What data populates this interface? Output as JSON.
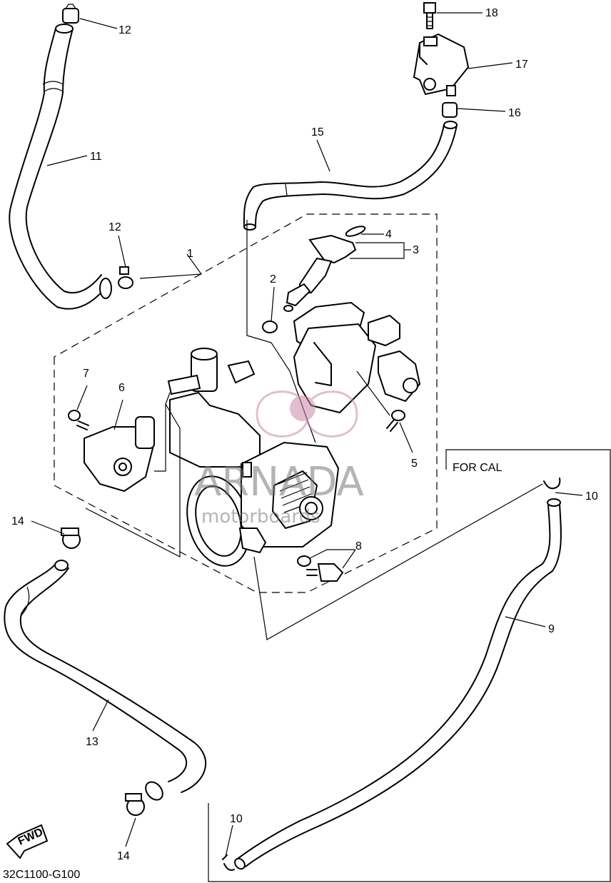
{
  "diagram": {
    "variant_label": "FOR CAL",
    "catalog_code": "32C1100-G100",
    "fwd_label": "FWD",
    "watermark": {
      "brand": "ARNADA",
      "sub": "motorboards"
    },
    "callouts": [
      {
        "id": "c12a",
        "text": "12"
      },
      {
        "id": "c11",
        "text": "11"
      },
      {
        "id": "c12b",
        "text": "12"
      },
      {
        "id": "c1",
        "text": "1"
      },
      {
        "id": "c18",
        "text": "18"
      },
      {
        "id": "c17",
        "text": "17"
      },
      {
        "id": "c16",
        "text": "16"
      },
      {
        "id": "c15",
        "text": "15"
      },
      {
        "id": "c4",
        "text": "4"
      },
      {
        "id": "c3",
        "text": "3"
      },
      {
        "id": "c2",
        "text": "2"
      },
      {
        "id": "c7",
        "text": "7"
      },
      {
        "id": "c6",
        "text": "6"
      },
      {
        "id": "c5",
        "text": "5"
      },
      {
        "id": "c14a",
        "text": "14"
      },
      {
        "id": "c8",
        "text": "8"
      },
      {
        "id": "c10a",
        "text": "10"
      },
      {
        "id": "c9",
        "text": "9"
      },
      {
        "id": "c13",
        "text": "13"
      },
      {
        "id": "c14b",
        "text": "14"
      },
      {
        "id": "c10b",
        "text": "10"
      }
    ]
  }
}
